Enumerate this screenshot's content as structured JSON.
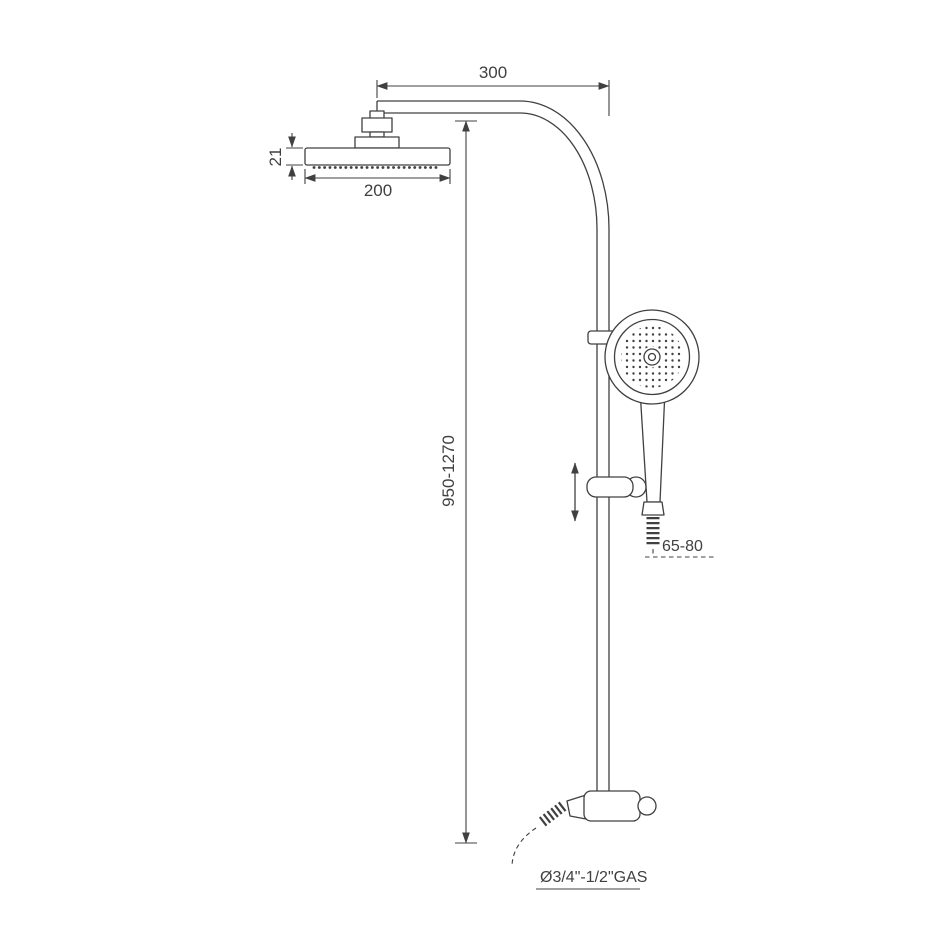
{
  "drawing": {
    "title": "Shower column technical drawing",
    "type": "dimensioned line drawing",
    "colors": {
      "line": "#404040",
      "bg": "#ffffff"
    },
    "labels": {
      "arm_length": "300",
      "head_thickness": "21",
      "head_width": "200",
      "column_height_range": "950-1270",
      "hose_connection_range": "65-80",
      "inlet_connection": "Ø3/4\"-1/2\"GAS"
    }
  }
}
